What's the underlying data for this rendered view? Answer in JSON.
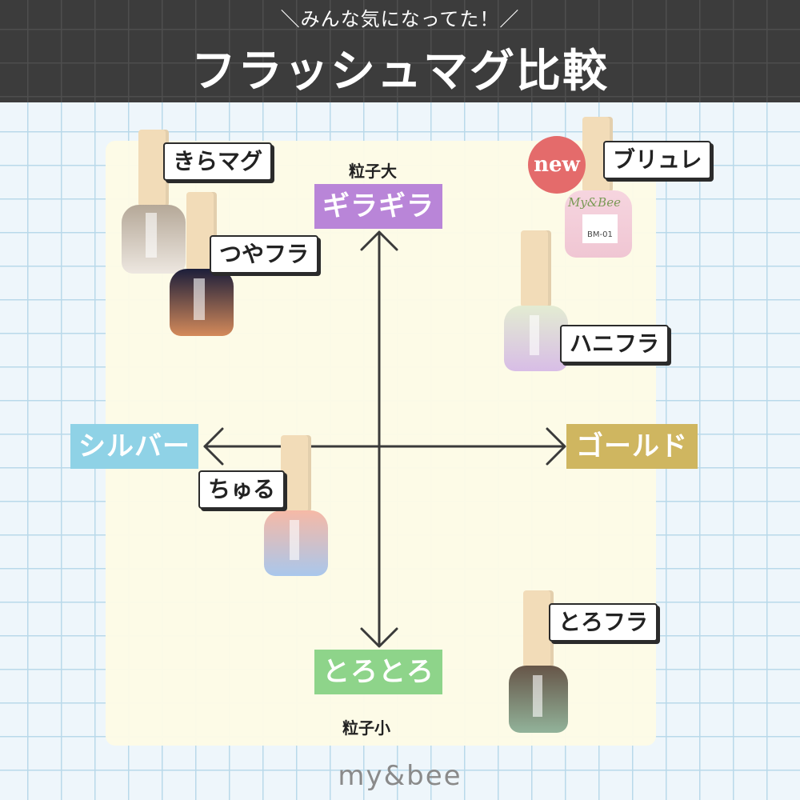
{
  "header": {
    "subtitle": "＼みんな気になってた！／",
    "title": "フラッシュマグ比較"
  },
  "axes": {
    "top": {
      "label": "ギラギラ",
      "caption": "粒子大",
      "color": "#b985d8"
    },
    "bottom": {
      "label": "とろとろ",
      "caption": "粒子小",
      "color": "#8ed48a"
    },
    "left": {
      "label": "シルバー",
      "color": "#8fd2e6"
    },
    "right": {
      "label": "ゴールド",
      "color": "#cfb660"
    }
  },
  "products": [
    {
      "name": "きらマグ",
      "body_top": "#b5a898",
      "body_bottom": "#ede7e0",
      "icon": "nail-bottle-icon"
    },
    {
      "name": "つやフラ",
      "body_top": "#1c1e3a",
      "body_bottom": "#d48a5a",
      "icon": "nail-bottle-icon"
    },
    {
      "name": "ブリュレ",
      "body_top": "#f6d5df",
      "body_bottom": "#f0c6d3",
      "icon": "nail-bottle-icon",
      "badge": "new",
      "label_text": "BM-01",
      "brand_script": "My&Bee"
    },
    {
      "name": "ハニフラ",
      "body_top": "#e3ecd2",
      "body_bottom": "#d8bde6",
      "icon": "nail-bottle-icon"
    },
    {
      "name": "ちゅる",
      "body_top": "#f6b9a6",
      "body_bottom": "#a9c7ec",
      "icon": "nail-bottle-icon"
    },
    {
      "name": "とろフラ",
      "body_top": "#665548",
      "body_bottom": "#92b39a",
      "icon": "nail-bottle-icon"
    }
  ],
  "footer": {
    "logo": "my&bee"
  }
}
